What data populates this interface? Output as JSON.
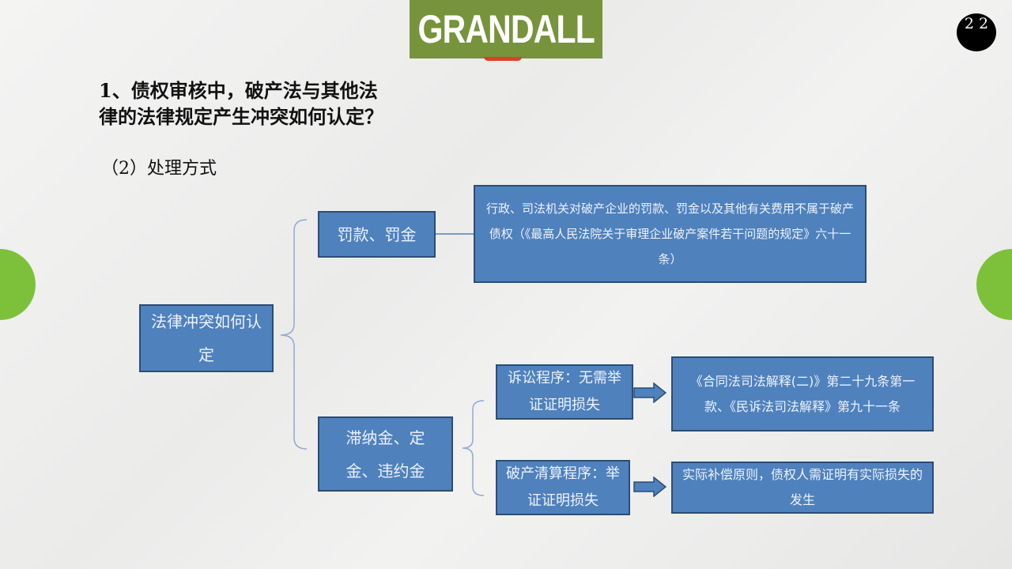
{
  "header": {
    "logo_text": "GRANDALL",
    "page_number": "2 2"
  },
  "title": {
    "line1": "1、债权审核中，破产法与其他法",
    "line2": "律的法律规定产生冲突如何认定？"
  },
  "subtitle": "（2）处理方式",
  "diagram": {
    "root": "法律冲突如何认定",
    "branch1": {
      "label": "罚款、罚金",
      "detail": "行政、司法机关对破产企业的罚款、罚金以及其他有关费用不属于破产债权（《最高人民法院关于审理企业破产案件若干问题的规定》六十一条）"
    },
    "branch2": {
      "label": "滞纳金、定金、违约金",
      "sub": [
        {
          "label": "诉讼程序：无需举证证明损失",
          "detail": "《合同法司法解释(二)》第二十九条第一款、《民诉法司法解释》第九十一条"
        },
        {
          "label": "破产清算程序：举证证明损失",
          "detail": "实际补偿原则，债权人需证明有实际损失的发生"
        }
      ]
    }
  },
  "colors": {
    "box": "#4f81bd",
    "logo": "#77933c",
    "side_circle": "#7dc13a"
  }
}
